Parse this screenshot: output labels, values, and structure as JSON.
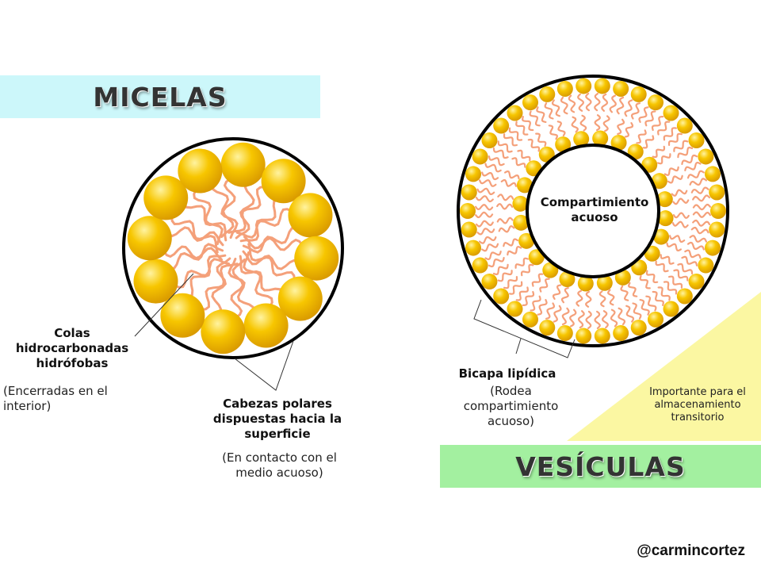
{
  "micelas": {
    "banner": "MICELAS",
    "tails_label": "Colas hidrocarbonadas hidrófobas",
    "tails_note": "(Encerradas en el interior)",
    "heads_label": "Cabezas polares dispuestas hacia la superficie",
    "heads_note": "(En contacto con el medio acuoso)"
  },
  "vesiculas": {
    "banner": "VESÍCULAS",
    "core_label": "Compartimiento acuoso",
    "bilayer_label": "Bicapa lipídica",
    "bilayer_note": "(Rodea compartimiento acuoso)",
    "importance_note": "Importante para el almacenamiento transitorio"
  },
  "credit": "@carmincortez",
  "colors": {
    "micelas_banner": "#ccf7fa",
    "vesiculas_banner": "#a3f0a0",
    "lipid_head": "#f5c000",
    "lipid_tail": "#f4a07a",
    "note_triangle": "#fbf7a2"
  }
}
